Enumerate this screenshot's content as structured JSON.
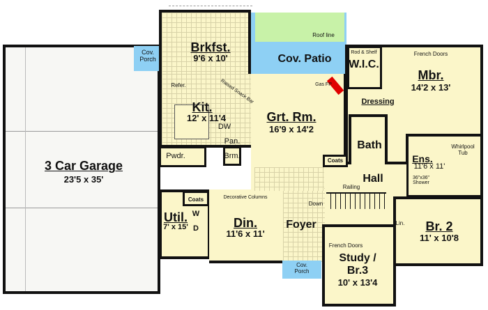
{
  "rooms": {
    "garage": {
      "name": "3 Car Garage",
      "size": "23'5 x 35'"
    },
    "porch_left": {
      "name": "Cov. Porch"
    },
    "breakfast": {
      "name": "Brkfst.",
      "size": "9'6 x 10'"
    },
    "patio": {
      "name": "Cov. Patio"
    },
    "roof_line": "Roof line",
    "kitchen": {
      "name": "Kit.",
      "size": "12' x 11'4"
    },
    "great_room": {
      "name": "Grt. Rm.",
      "size": "16'9 x 14'2"
    },
    "wic": {
      "name": "W.I.C."
    },
    "master": {
      "name": "Mbr.",
      "size": "14'2 x 13'"
    },
    "dressing": "Dressing",
    "bath": "Bath",
    "ensuite": {
      "name": "Ens.",
      "size": "11'6 x 11'"
    },
    "hall": "Hall",
    "powder": "Pwdr.",
    "utility": {
      "name": "Util.",
      "size": "7' x 15'"
    },
    "dining": {
      "name": "Din.",
      "size": "11'6 x 11'"
    },
    "foyer": "Foyer",
    "porch_front": {
      "name": "Cov. Porch"
    },
    "study": {
      "name": "Study /",
      "name2": "Br.3",
      "size": "10' x 13'4"
    },
    "bedroom2": {
      "name": "Br. 2",
      "size": "11' x 10'8"
    }
  },
  "annotations": {
    "refer": "Refer.",
    "dw": "DW",
    "pan": "Pan.",
    "brm": "Brm.",
    "raised_snack_bar": "Raised Snack Bar",
    "gas_fp": "Gas FP",
    "rod_shelf": "Rod & Shelf",
    "french_doors_mbr": "French Doors",
    "whirlpool": "Whirlpool Tub",
    "shower": "36\"x36\" Shower",
    "coats_hall": "Coats",
    "railing": "Railing",
    "down": "Down",
    "lin": "Lin.",
    "french_doors_study": "French Doors",
    "coats_util": "Coats",
    "washer": "W",
    "dryer": "D",
    "decorative_columns": "Decorative Columns"
  },
  "colors": {
    "floor": "#FBF6C9",
    "porch": "#8ED0F4",
    "roof": "#C8F2A8",
    "fireplace": "#E00000",
    "wall": "#111111"
  }
}
